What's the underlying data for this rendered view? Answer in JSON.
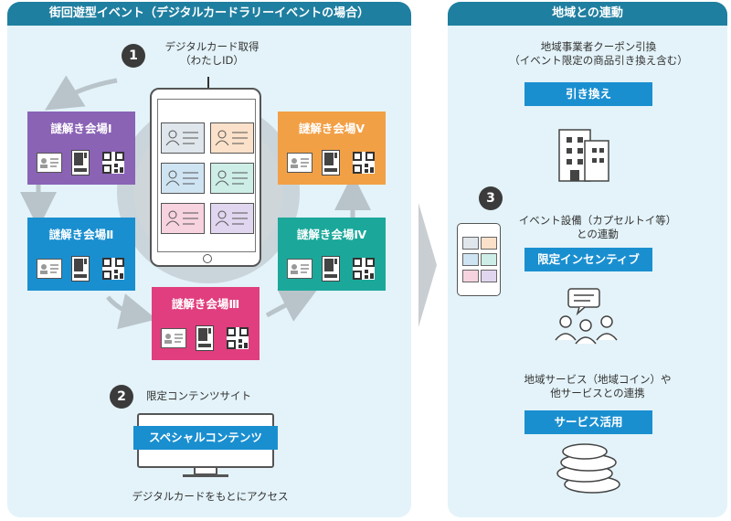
{
  "left_panel": {
    "title": "街回遊型イベント（デジタルカードラリーイベントの場合）",
    "step1": {
      "num": "1",
      "line1": "デジタルカード取得",
      "line2": "（わたしID）"
    },
    "venues": [
      {
        "label": "謎解き会場Ⅰ",
        "color": "#8a63b5"
      },
      {
        "label": "謎解き会場Ⅱ",
        "color": "#1a8fd0"
      },
      {
        "label": "謎解き会場Ⅲ",
        "color": "#e03e7e"
      },
      {
        "label": "謎解き会場Ⅳ",
        "color": "#1ba89b"
      },
      {
        "label": "謎解き会場Ⅴ",
        "color": "#f2a046"
      }
    ],
    "card_colors": [
      "#dfe6ec",
      "#fbe1c9",
      "#cfe4f2",
      "#cdeee7",
      "#f7d3df",
      "#e1d6ef"
    ],
    "step2": {
      "num": "2",
      "label": "限定コンテンツサイト"
    },
    "special_button": "スペシャルコンテンツ",
    "caption": "デジタルカードをもとにアクセス"
  },
  "right_panel": {
    "title": "地域との連動",
    "coupon_text_1": "地域事業者クーポン引換",
    "coupon_text_2": "（イベント限定の商品引き換え含む）",
    "exchange_button": "引き換え",
    "step3_num": "3",
    "facility_text_1": "イベント設備（カプセルトイ等）",
    "facility_text_2": "との連動",
    "incentive_button": "限定インセンティブ",
    "service_text_1": "地域サービス（地域コイン）や",
    "service_text_2": "他サービスとの連携",
    "service_button": "サービス活用"
  }
}
